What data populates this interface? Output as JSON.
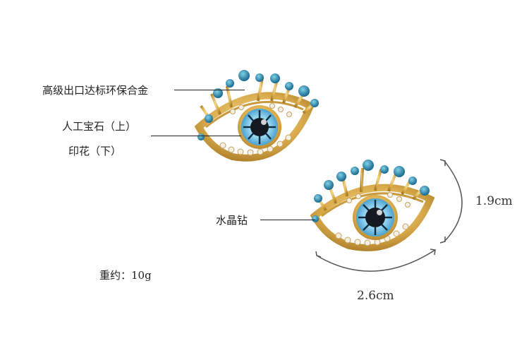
{
  "annotations": {
    "alloy": "高级出口达标环保合金",
    "stone_top": "人工宝石（上）",
    "print_bottom": "印花（下）",
    "crystal": "水晶钻",
    "weight": "重约：10g"
  },
  "dimensions": {
    "width": "2.6cm",
    "height": "1.9cm"
  }
}
